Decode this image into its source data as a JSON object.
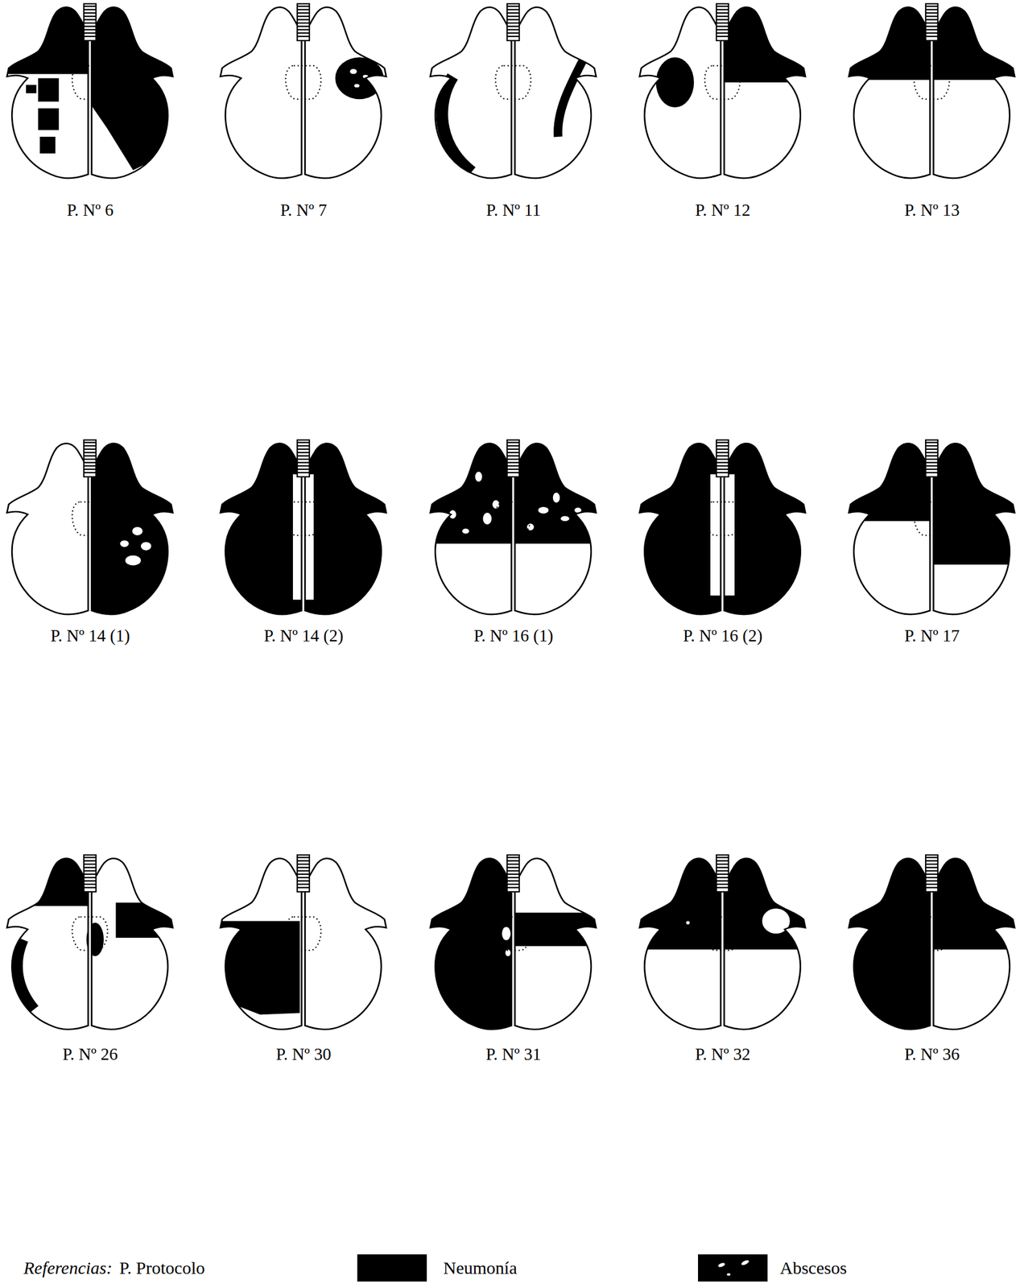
{
  "diagram": {
    "labels": [
      "P. Nº 6",
      "P. Nº 7",
      "P. Nº 11",
      "P. Nº 12",
      "P. Nº 13",
      "P. Nº 14 (1)",
      "P. Nº 14 (2)",
      "P. Nº 16 (1)",
      "P. Nº 16 (2)",
      "P. Nº 17",
      "P. Nº 26",
      "P. Nº 30",
      "P. Nº 31",
      "P. Nº 32",
      "P. Nº 36",
      "Referencias:",
      "P. Protocolo"
    ],
    "legend": [
      {
        "text": "Neumonía",
        "color": "#000000"
      },
      {
        "text": "Abscesos"
      }
    ]
  }
}
